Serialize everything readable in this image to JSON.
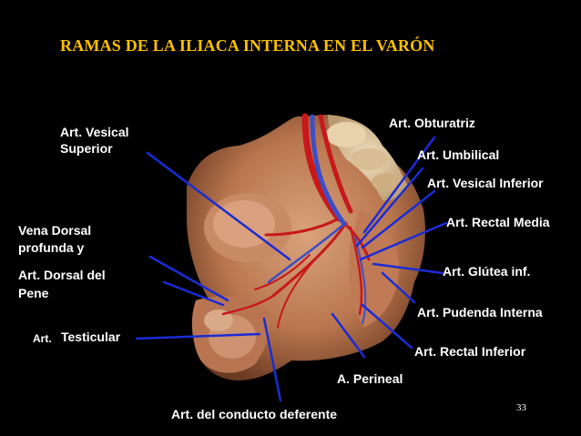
{
  "title": "RAMAS DE LA ILIACA INTERNA EN EL VARÓN",
  "page_number": "33",
  "colors": {
    "title": "#ffc000",
    "leader_lines": "#1a2cd6",
    "background": "#000000",
    "label": "#ffffff"
  },
  "labels": {
    "vesical_superior_1": "Art. Vesical",
    "vesical_superior_2": "Superior",
    "obturatriz": "Art. Obturatriz",
    "umbilical": "Art. Umbilical",
    "vesical_inferior": "Art. Vesical Inferior",
    "rectal_media": "Art. Rectal Media",
    "vena_dorsal_1": "Vena Dorsal",
    "vena_dorsal_2": "profunda y",
    "vena_dorsal_3": "Art. Dorsal del",
    "vena_dorsal_4": "Pene",
    "glutea_inf": "Art. Glútea inf.",
    "testicular_prefix": "Art.",
    "testicular": "Testicular",
    "pudenda_interna": "Art. Pudenda Interna",
    "rectal_inferior": "Art. Rectal Inferior",
    "perineal": "A. Perineal",
    "conducto_deferente": "Art. del conducto deferente"
  }
}
